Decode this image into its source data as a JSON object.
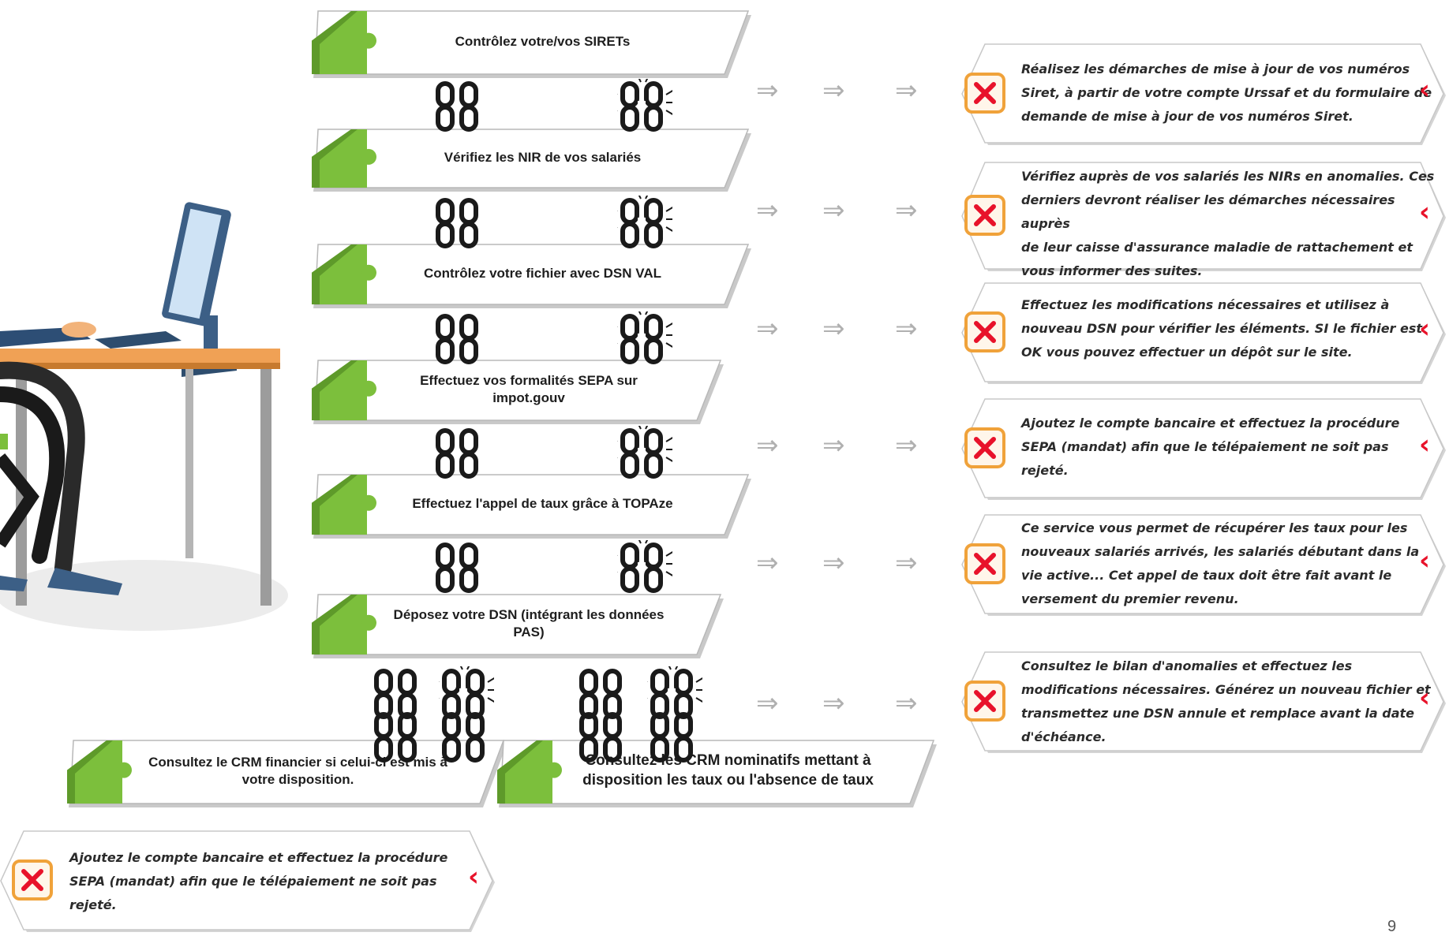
{
  "steps": [
    {
      "label": "Contrôlez votre/vos SIRETs"
    },
    {
      "label": "Vérifiez les NIR de vos salariés"
    },
    {
      "label": "Contrôlez votre fichier avec DSN VAL"
    },
    {
      "label": "Effectuez vos formalités SEPA sur impot.gouv"
    },
    {
      "label": "Effectuez l'appel de taux grâce à TOPAze"
    },
    {
      "label": "Déposez votre DSN (intégrant les données PAS)"
    },
    {
      "label": "Consultez le CRM financier si celui-ci est mis à votre disposition."
    },
    {
      "label": "Consultez les CRM nominatifs mettant à disposition les taux ou l'absence de taux"
    }
  ],
  "results": [
    {
      "lines": [
        "Réalisez les démarches de mise à jour de vos numéros",
        "Siret, à partir de votre compte Urssaf et du formulaire de",
        "demande de mise à jour de vos numéros Siret."
      ]
    },
    {
      "lines": [
        "Vérifiez auprès de vos salariés les NIRs en anomalies. Ces",
        "derniers devront réaliser les démarches nécessaires auprès",
        "de leur caisse d'assurance maladie de rattachement et",
        "vous informer des suites."
      ]
    },
    {
      "lines": [
        "Effectuez les modifications nécessaires et utilisez à",
        "nouveau DSN pour vérifier les éléments. SI le fichier est",
        "OK vous pouvez effectuer un dépôt sur le site."
      ]
    },
    {
      "lines": [
        "Ajoutez le compte bancaire et effectuez la procédure",
        "SEPA (mandat) afin que le télépaiement ne soit pas",
        "rejeté."
      ]
    },
    {
      "lines": [
        "Ce service vous permet de récupérer les taux pour les",
        "nouveaux salariés arrivés, les salariés débutant dans la",
        "vie active... Cet appel de taux doit être fait avant le",
        "versement du premier revenu."
      ]
    },
    {
      "lines": [
        "Consultez le bilan d'anomalies et effectuez les",
        "modifications nécessaires. Générez un nouveau fichier et",
        "transmettez une DSN annule et remplace avant la date",
        "d'échéance."
      ]
    },
    {
      "lines": [
        "Ajoutez le compte bancaire et effectuez la procédure",
        "SEPA (mandat) afin que le télépaiement ne soit pas",
        "rejeté."
      ]
    }
  ],
  "symbols": {
    "arrow": "⇒",
    "chevron": "‹",
    "cross": "✕"
  },
  "colors": {
    "green": "#7cbf3c",
    "green_dark": "#5e9a2a",
    "red": "#e8122a",
    "orange": "#f0a23a",
    "chain": "#1a1a1a",
    "box_border": "#cfcfcf",
    "arrow": "#b0b0b0"
  },
  "page_number": "9"
}
